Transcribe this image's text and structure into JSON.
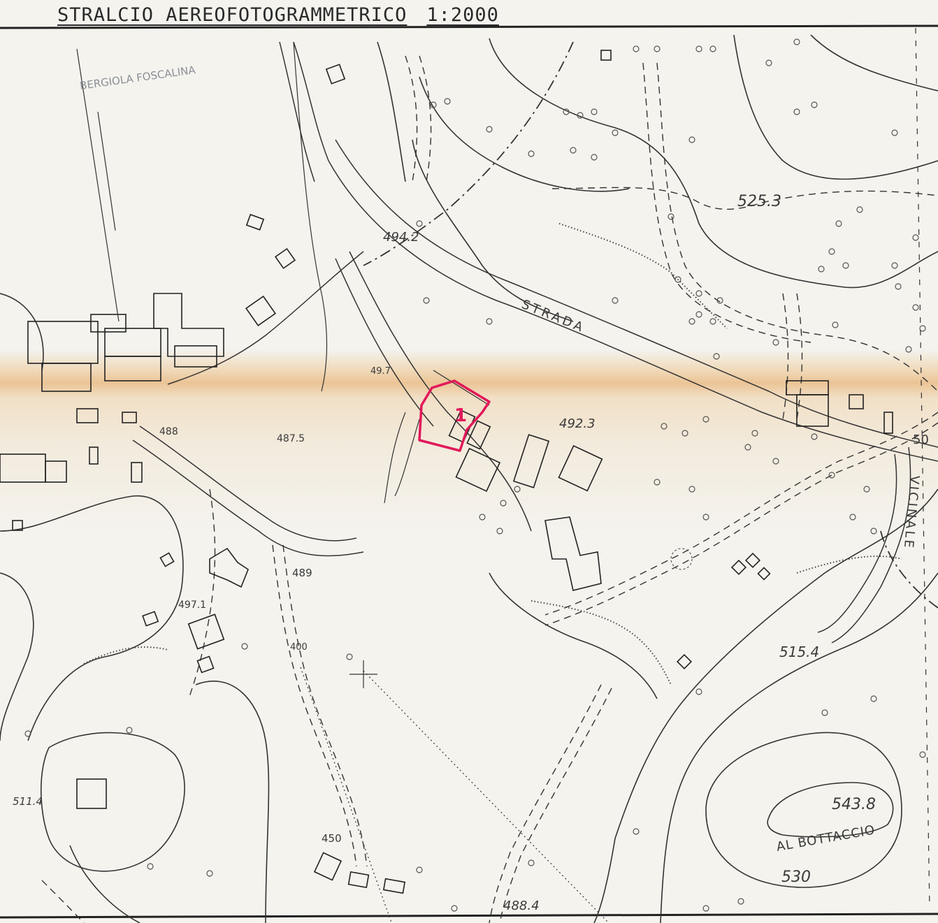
{
  "title": {
    "text": "STRALCIO AEREOFOTOGRAMMETRICO",
    "scale": "1:2000"
  },
  "places": {
    "bergiola": "BERGIOLA FOSCALINA",
    "strada": "STRADA",
    "vicinale": "VICINALE",
    "bottaccio": "AL BOTTACCIO"
  },
  "elevations": {
    "e5253": "525.3",
    "e942": "494.2",
    "e497": "49.7",
    "e923": "492.3",
    "e488": "488",
    "e4875": "487.5",
    "e489": "489",
    "e4971": "497.1",
    "e5154": "515.4",
    "e400": "400",
    "e5114": "511.4",
    "e450": "450",
    "e4884": "488.4",
    "e5438": "543.8",
    "e530": "530",
    "e50": "50"
  },
  "marker": {
    "number": "1",
    "color": "#e2185a"
  },
  "colors": {
    "ink": "#3a3a3a",
    "paper": "#f4f3ee",
    "stain": "#e8b478"
  }
}
